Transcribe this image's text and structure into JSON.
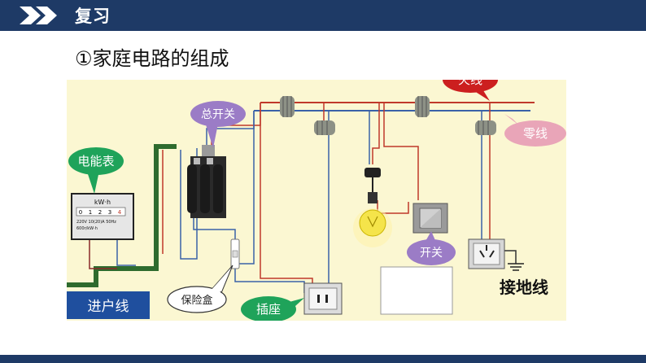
{
  "header": {
    "section_title": "复习"
  },
  "slide": {
    "title": "①家庭电路的组成"
  },
  "diagram": {
    "labels": {
      "live_wire": "火线",
      "neutral_wire": "零线",
      "main_switch": "总开关",
      "meter": "电能表",
      "incoming_line": "进户线",
      "fuse_box": "保险盒",
      "socket": "插座",
      "switch": "开关",
      "ground_wire": "接地线"
    },
    "meter_face": {
      "unit": "kW·h",
      "digits": [
        "0",
        "1",
        "2",
        "3",
        "4"
      ],
      "spec_line1": "220V   10(20)A   50Hz",
      "spec_line2": "600r/kW·h"
    },
    "colors": {
      "topbar": "#1e3a66",
      "live_wire": "#c0392b",
      "neutral_wire": "#3a62a8",
      "incoming_wire": "#2e6b2e",
      "meter_label_bubble": "#1fa35a",
      "main_switch_bubble": "#9b7cc6",
      "live_label_bubble": "#cc1f1f",
      "neutral_label_bubble": "#e9a5b8",
      "diagram_bg": "#fbf7d2"
    }
  }
}
